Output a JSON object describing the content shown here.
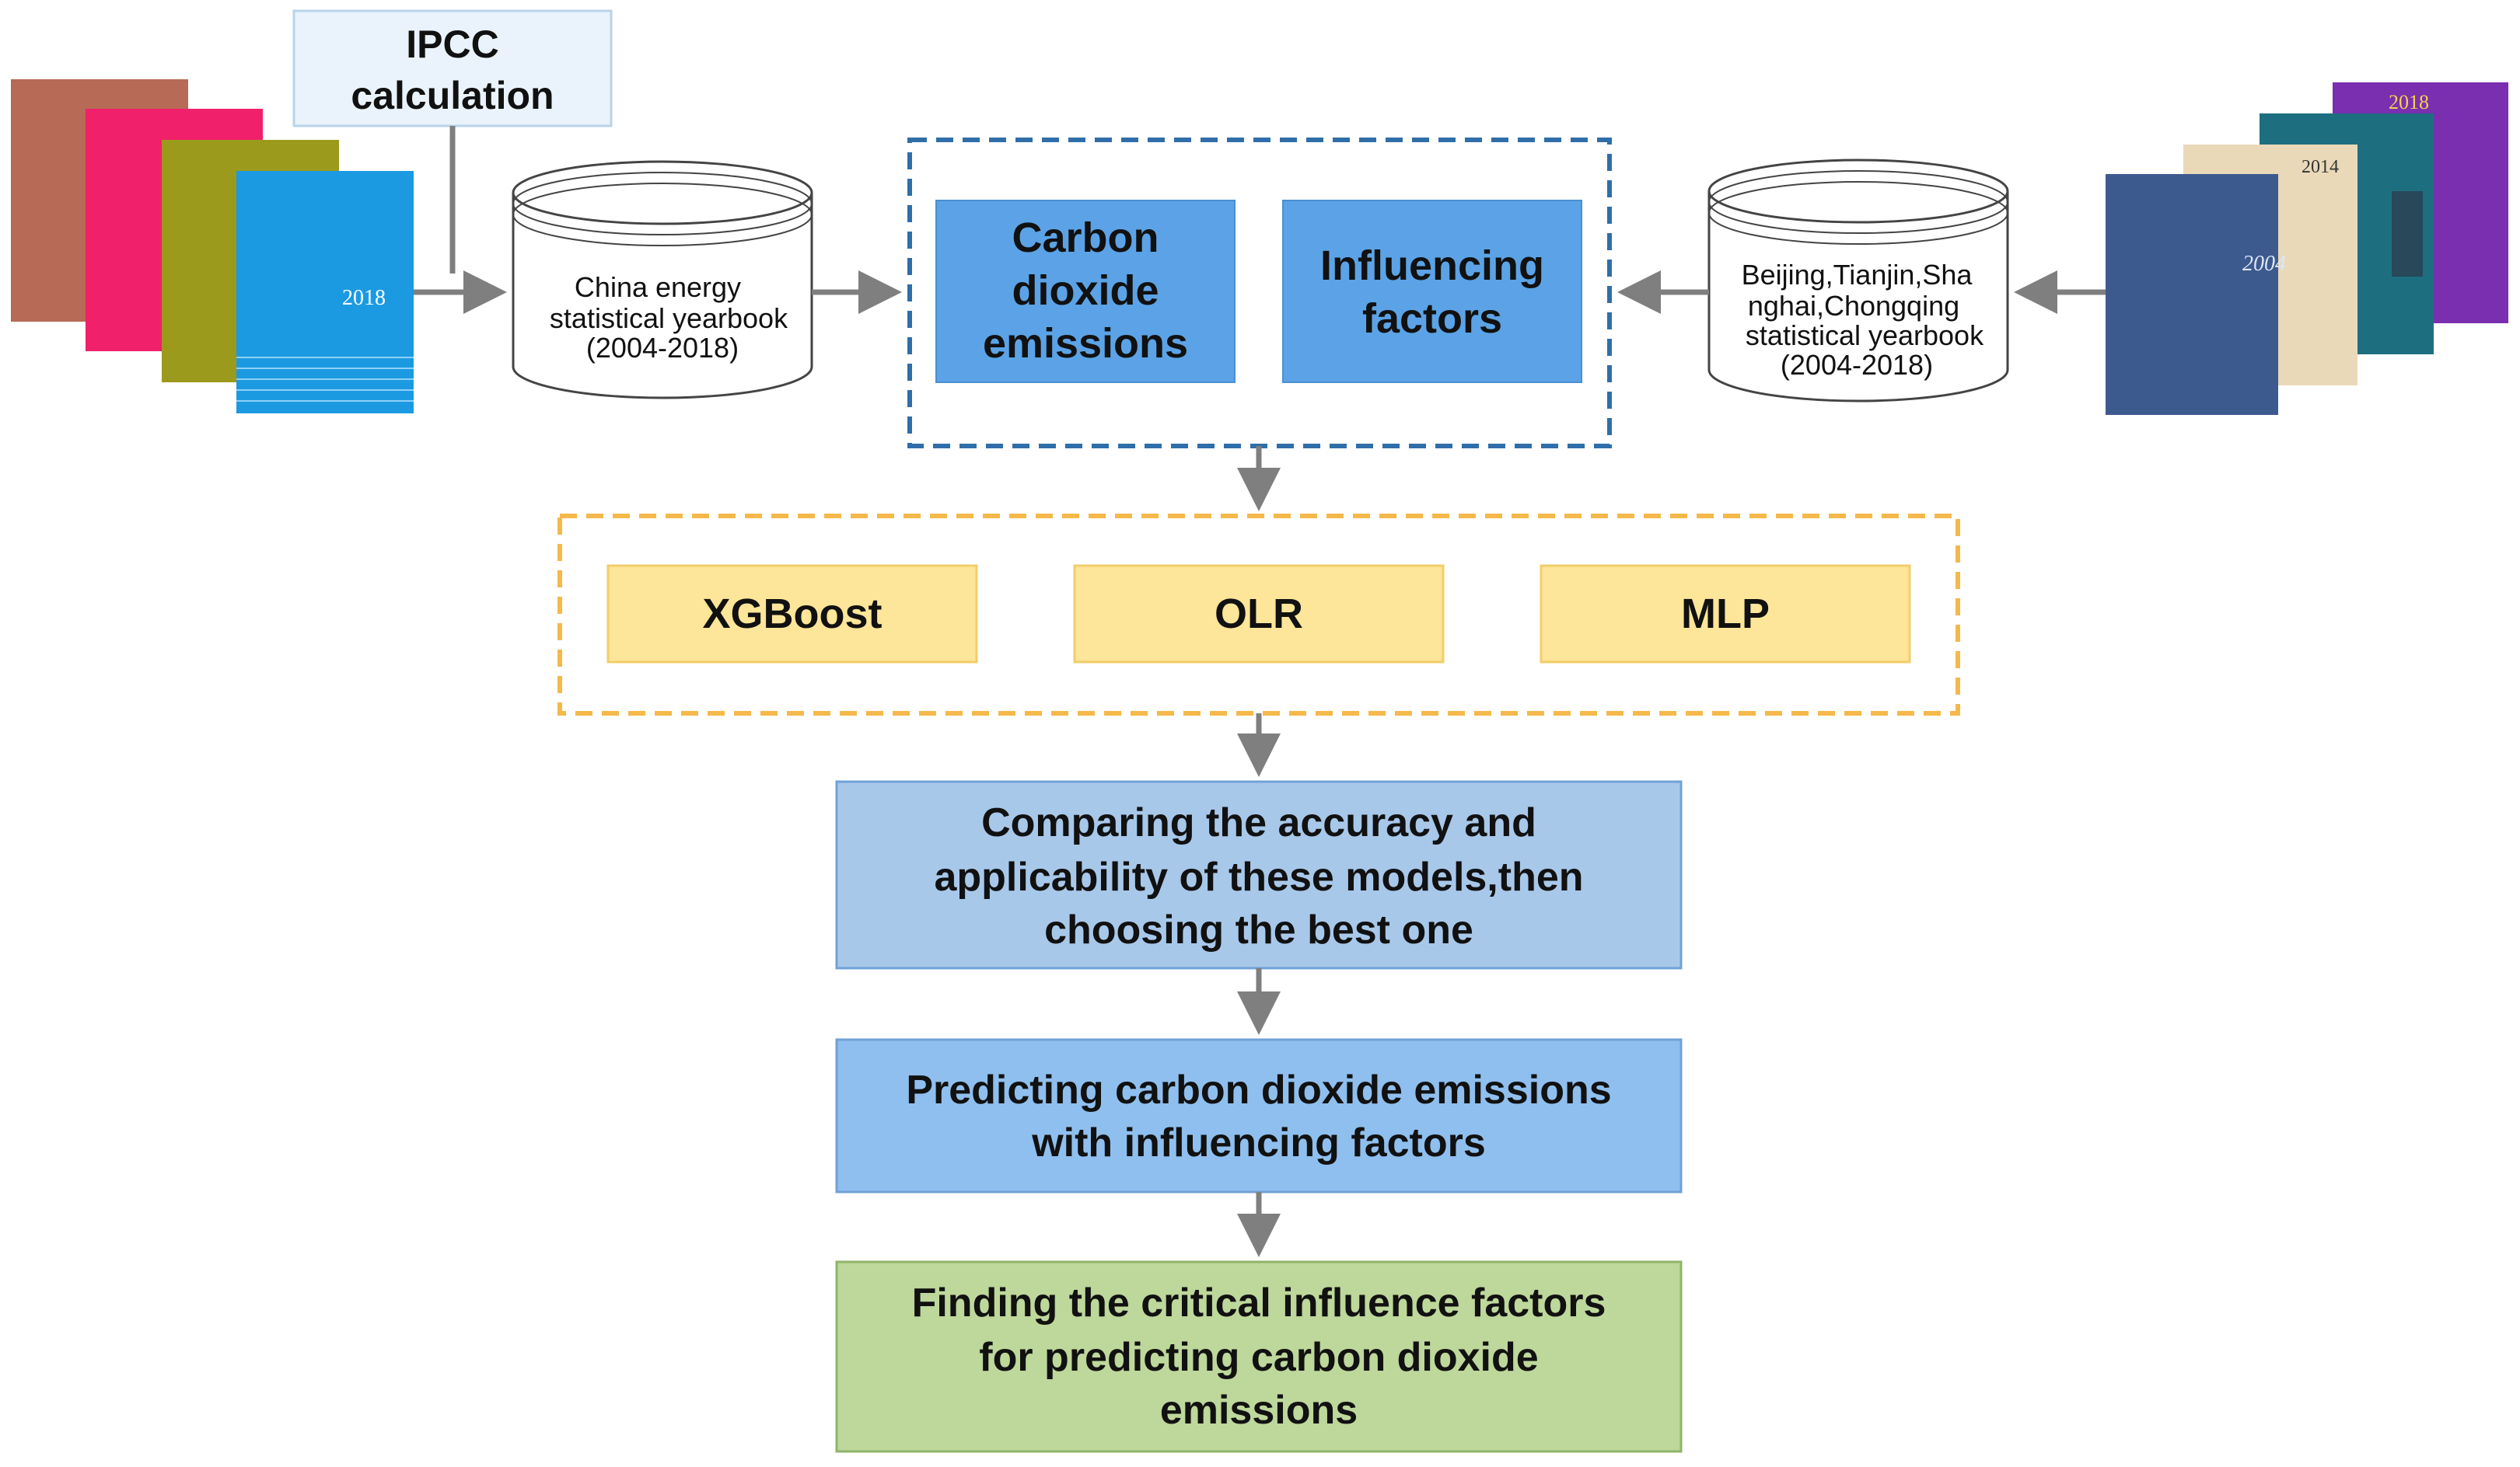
{
  "ipcc_box": {
    "line1": "IPCC",
    "line2": "calculation"
  },
  "left_db": {
    "line1": "China energy",
    "line2": "statistical yearbook",
    "line3": "(2004-2018)"
  },
  "right_db": {
    "line1": "Beijing,Tianjin,Sha",
    "line2": "nghai,Chongqing",
    "line3": "statistical yearbook",
    "line4": "(2004-2018)"
  },
  "data_group": {
    "carbon": {
      "line1": "Carbon",
      "line2": "dioxide",
      "line3": "emissions"
    },
    "factors": {
      "line1": "Influencing",
      "line2": "factors"
    }
  },
  "models": {
    "m1": "XGBoost",
    "m2": "OLR",
    "m3": "MLP"
  },
  "compare": {
    "line1": "Comparing the accuracy and",
    "line2": "applicability of these models,then",
    "line3": "choosing the best one"
  },
  "predict": {
    "line1": "Predicting carbon dioxide emissions",
    "line2": "with influencing factors"
  },
  "finding": {
    "line1": "Finding the critical influence factors",
    "line2": "for predicting carbon dioxide",
    "line3": "emissions"
  },
  "left_books": {
    "book_year": "2018"
  },
  "right_books": {
    "cover_2018": "2018",
    "cover_2014": "2014",
    "cover_2004": "2004"
  },
  "colors": {
    "blue_box": "#5ba3e6",
    "blue_dash": "#2f6ea9",
    "orange_dash": "#f5b84a",
    "yellow_box": "#fde599",
    "compare_box": "#a8c8ea",
    "predict_box": "#8fbfee",
    "finding_box": "#bed79b",
    "arrow": "#7f7f7f"
  }
}
